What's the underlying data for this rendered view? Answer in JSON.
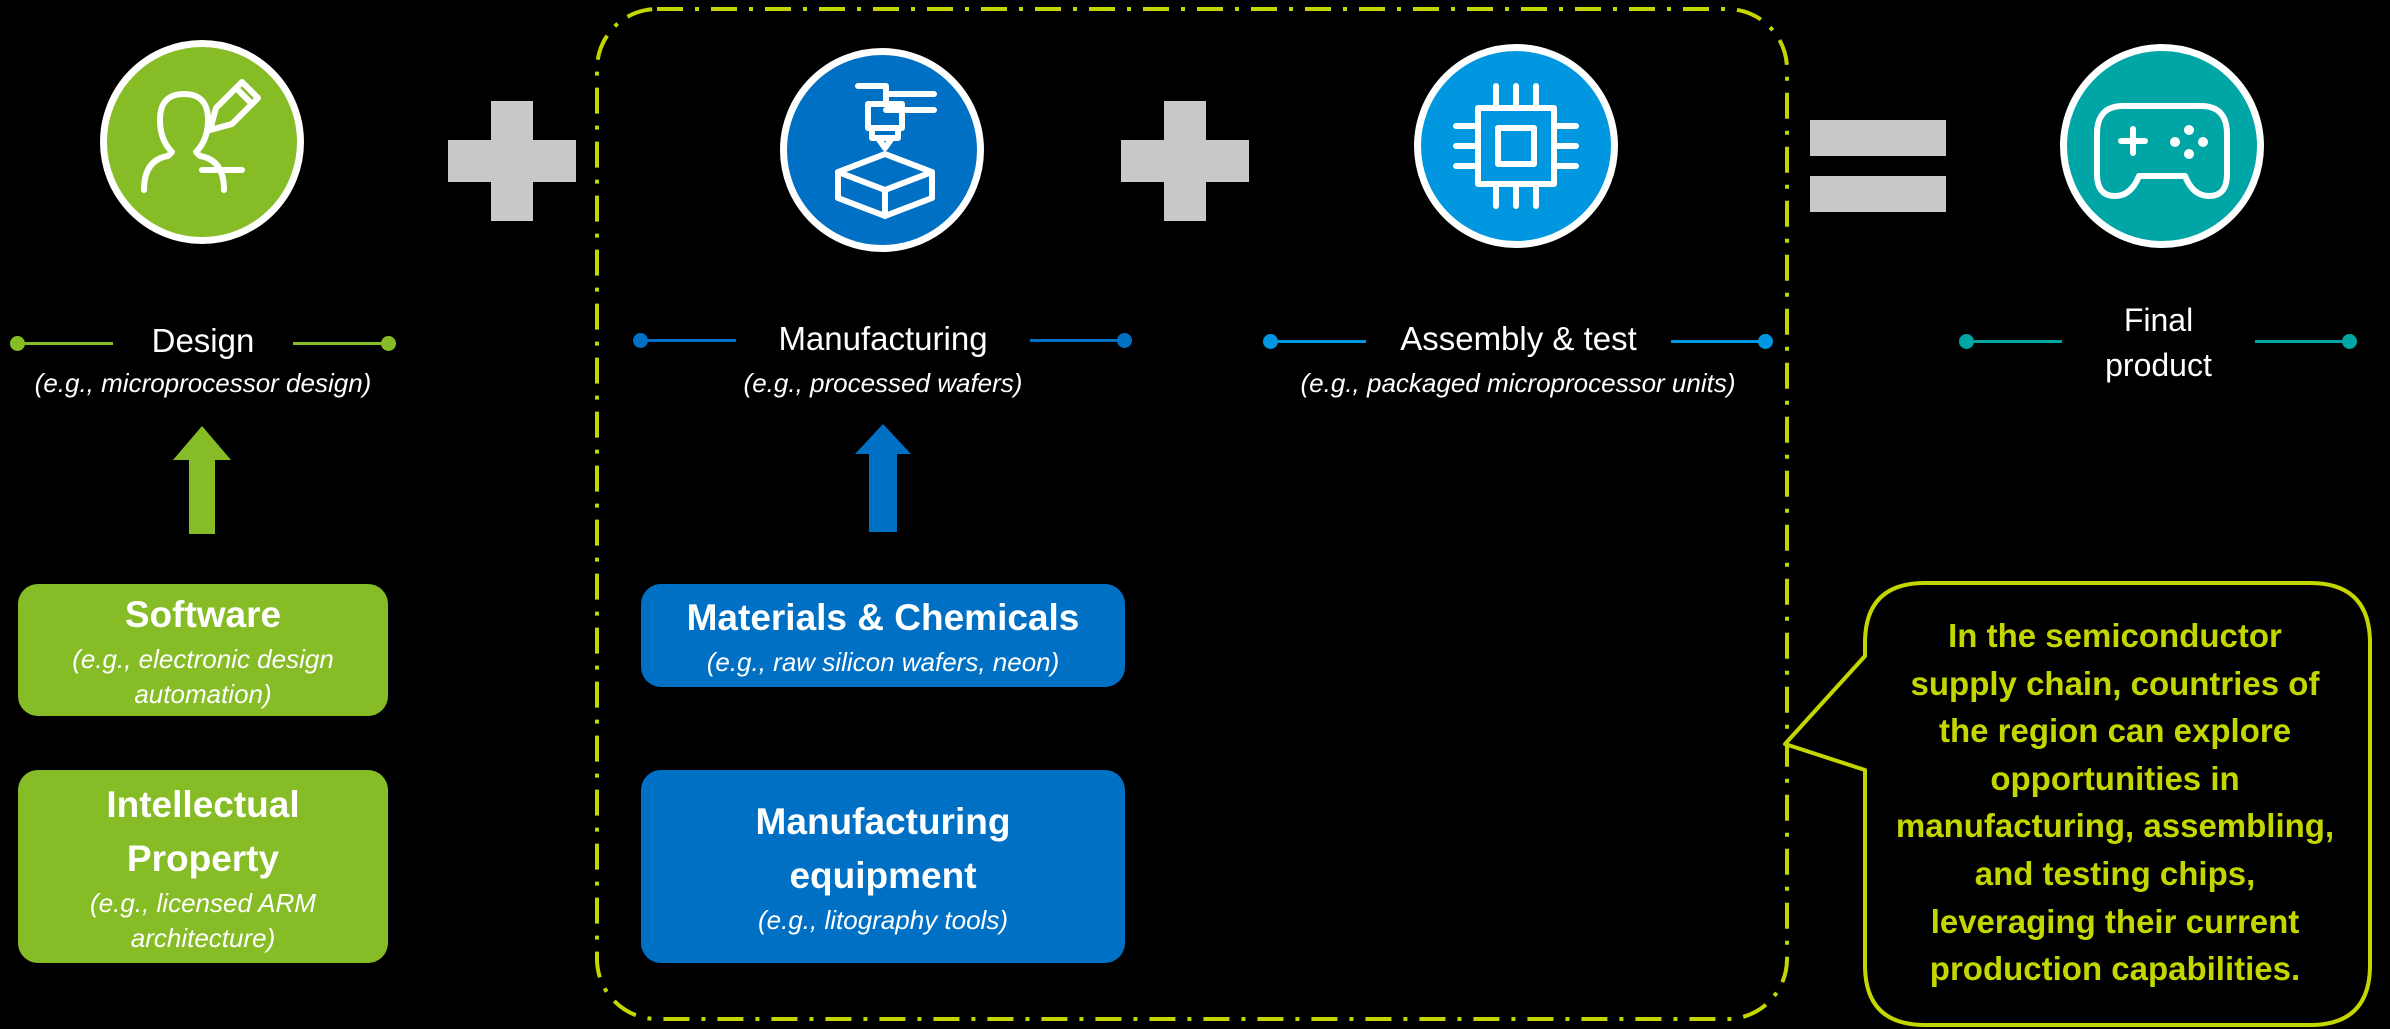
{
  "colors": {
    "green": "#86bc25",
    "blue": "#0070c4",
    "sky": "#0097e0",
    "teal": "#00a5a5",
    "lime": "#c4d600",
    "operator_gray": "#c8c8c8"
  },
  "stages": [
    {
      "id": "design",
      "title": "Design",
      "subtitle": "(e.g., microprocessor design)",
      "icon": "person-pencil-icon",
      "color": "#86bc25"
    },
    {
      "id": "manufacturing",
      "title": "Manufacturing",
      "subtitle": "(e.g., processed wafers)",
      "icon": "3d-printer-icon",
      "color": "#0070c4"
    },
    {
      "id": "assembly",
      "title": "Assembly & test",
      "subtitle": "(e.g., packaged microprocessor units)",
      "icon": "microchip-icon",
      "color": "#0097e0"
    },
    {
      "id": "final",
      "title_line1": "Final",
      "title_line2": "product",
      "icon": "game-controller-icon",
      "color": "#00a5a5"
    }
  ],
  "operators": [
    "+",
    "+",
    "="
  ],
  "inputs": {
    "design": [
      {
        "title": "Software",
        "subtitle_line1": "(e.g., electronic design",
        "subtitle_line2": "automation)"
      },
      {
        "title_line1": "Intellectual",
        "title_line2": "Property",
        "subtitle_line1": "(e.g., licensed ARM",
        "subtitle_line2": "architecture)"
      }
    ],
    "manufacturing": [
      {
        "title": "Materials & Chemicals",
        "subtitle": "(e.g., raw silicon wafers, neon)"
      },
      {
        "title_line1": "Manufacturing",
        "title_line2": "equipment",
        "subtitle": "(e.g., litography tools)"
      }
    ]
  },
  "callout": {
    "lines": [
      "In the semiconductor",
      "supply chain, countries of",
      "the region can explore",
      "opportunities in",
      "manufacturing, assembling,",
      "and testing chips,",
      "leveraging their current",
      "production capabilities."
    ]
  }
}
